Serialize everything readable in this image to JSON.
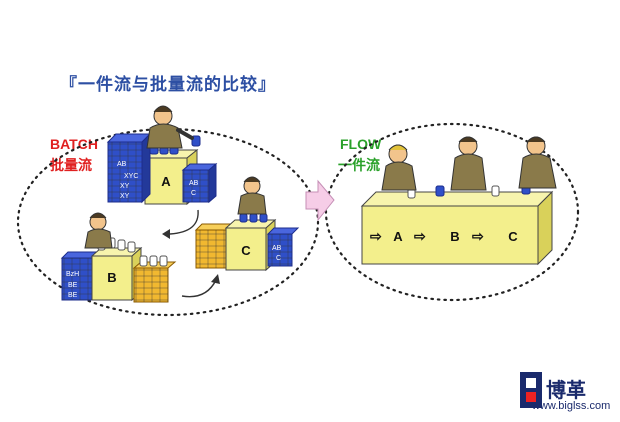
{
  "title": "『一件流与批量流的比较』",
  "batch": {
    "label_en": "BATCH",
    "label_cn": "批量流",
    "stations": [
      "A",
      "B",
      "C"
    ],
    "box_labels": {
      "a_left": [
        "AB",
        "XYC",
        "XY",
        "XY"
      ],
      "a_right": [
        "AB",
        "C"
      ],
      "b_left": [
        "BzH",
        "BE",
        "BE"
      ],
      "c_right": [
        "AB",
        "C"
      ]
    }
  },
  "flow": {
    "label_en": "FLOW",
    "label_cn": "一件流",
    "sequence": [
      "A",
      "B",
      "C"
    ]
  },
  "logo": {
    "text": "博革",
    "url": "www.biglss.com"
  },
  "colors": {
    "title": "#2d4fa3",
    "batch_label": "#e02020",
    "flow_label": "#2aa12a",
    "box_yellow": "#f3ef8c",
    "bin_blue": "#2f4fc8",
    "bin_orange": "#f1b830",
    "arrow_pink": "#f6cde7"
  }
}
